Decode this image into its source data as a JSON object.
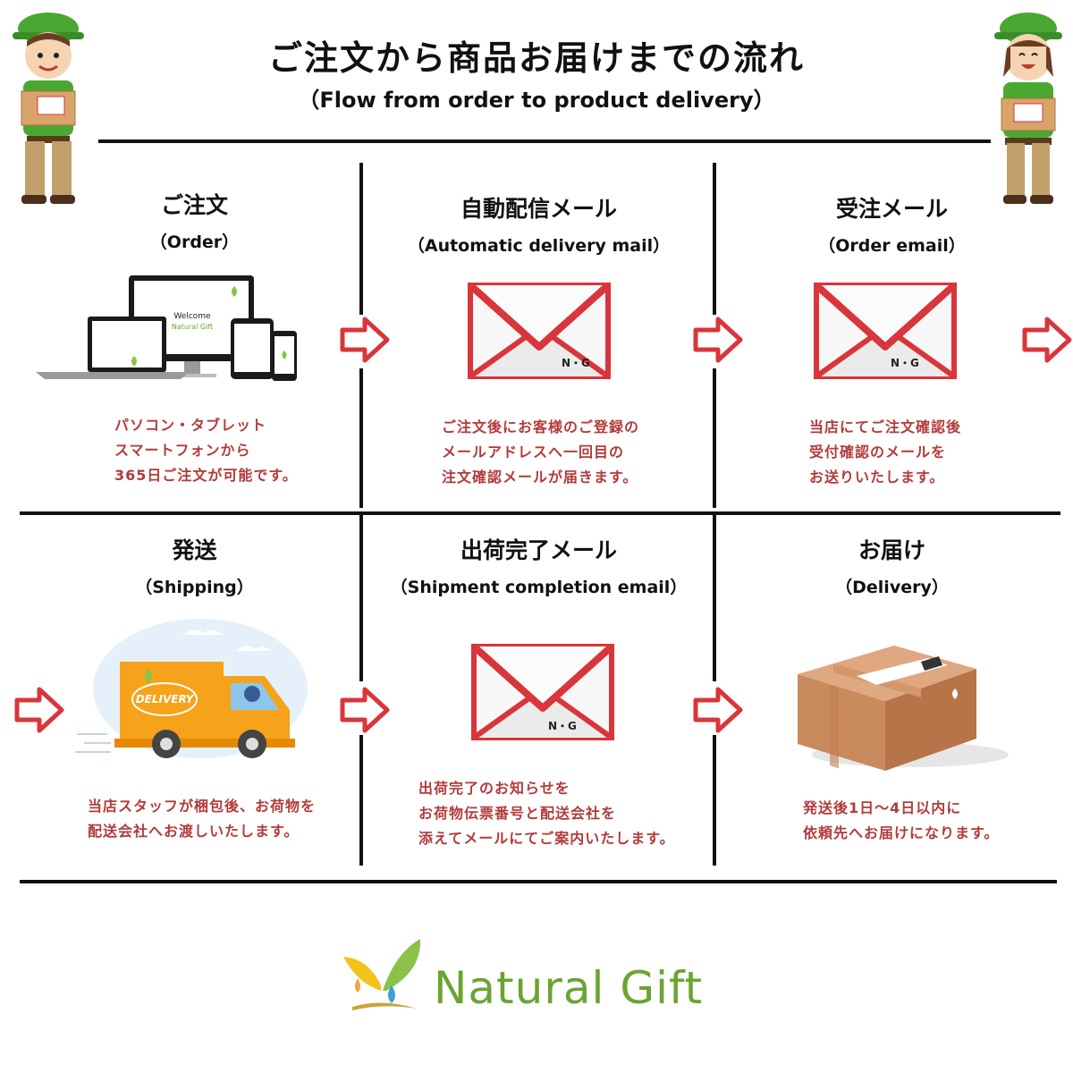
{
  "header": {
    "title": "ご注文から商品お届けまでの流れ",
    "subtitle": "（Flow from order to product delivery）"
  },
  "steps": [
    {
      "title": "ご注文",
      "subtitle": "（Order）",
      "desc": [
        "パソコン・タブレット",
        "スマートフォンから",
        "365日ご注文が可能です。"
      ],
      "icon": "devices-icon"
    },
    {
      "title": "自動配信メール",
      "subtitle": "（Automatic delivery mail）",
      "desc": [
        "ご注文後にお客様のご登録の",
        "メールアドレスへ一回目の",
        "注文確認メールが届きます。"
      ],
      "icon": "envelope-icon"
    },
    {
      "title": "受注メール",
      "subtitle": "（Order email）",
      "desc": [
        "当店にてご注文確認後",
        "受付確認のメールを",
        "お送りいたします。"
      ],
      "icon": "envelope-icon"
    },
    {
      "title": "発送",
      "subtitle": "（Shipping）",
      "desc": [
        "当店スタッフが梱包後、お荷物を",
        "配送会社へお渡しいたします。"
      ],
      "icon": "delivery-truck-icon"
    },
    {
      "title": "出荷完了メール",
      "subtitle": "（Shipment completion email）",
      "desc": [
        "出荷完了のお知らせを",
        "お荷物伝票番号と配送会社を",
        "添えてメールにてご案内いたします。"
      ],
      "icon": "envelope-icon"
    },
    {
      "title": "お届け",
      "subtitle": "（Delivery）",
      "desc": [
        "発送後1日～4日以内に",
        "依頼先へお届けになります。"
      ],
      "icon": "package-box-icon"
    }
  ],
  "device_screen": {
    "welcome": "Welcome",
    "brand": "Natural Gift"
  },
  "envelope_mark": "N・G",
  "truck_label": "DELIVERY",
  "logo": {
    "text": "Natural Gift"
  },
  "colors": {
    "accent_red": "#d9353a",
    "desc_text": "#b23b3b",
    "brand_green": "#6aa531",
    "truck_orange": "#f7a21b"
  }
}
